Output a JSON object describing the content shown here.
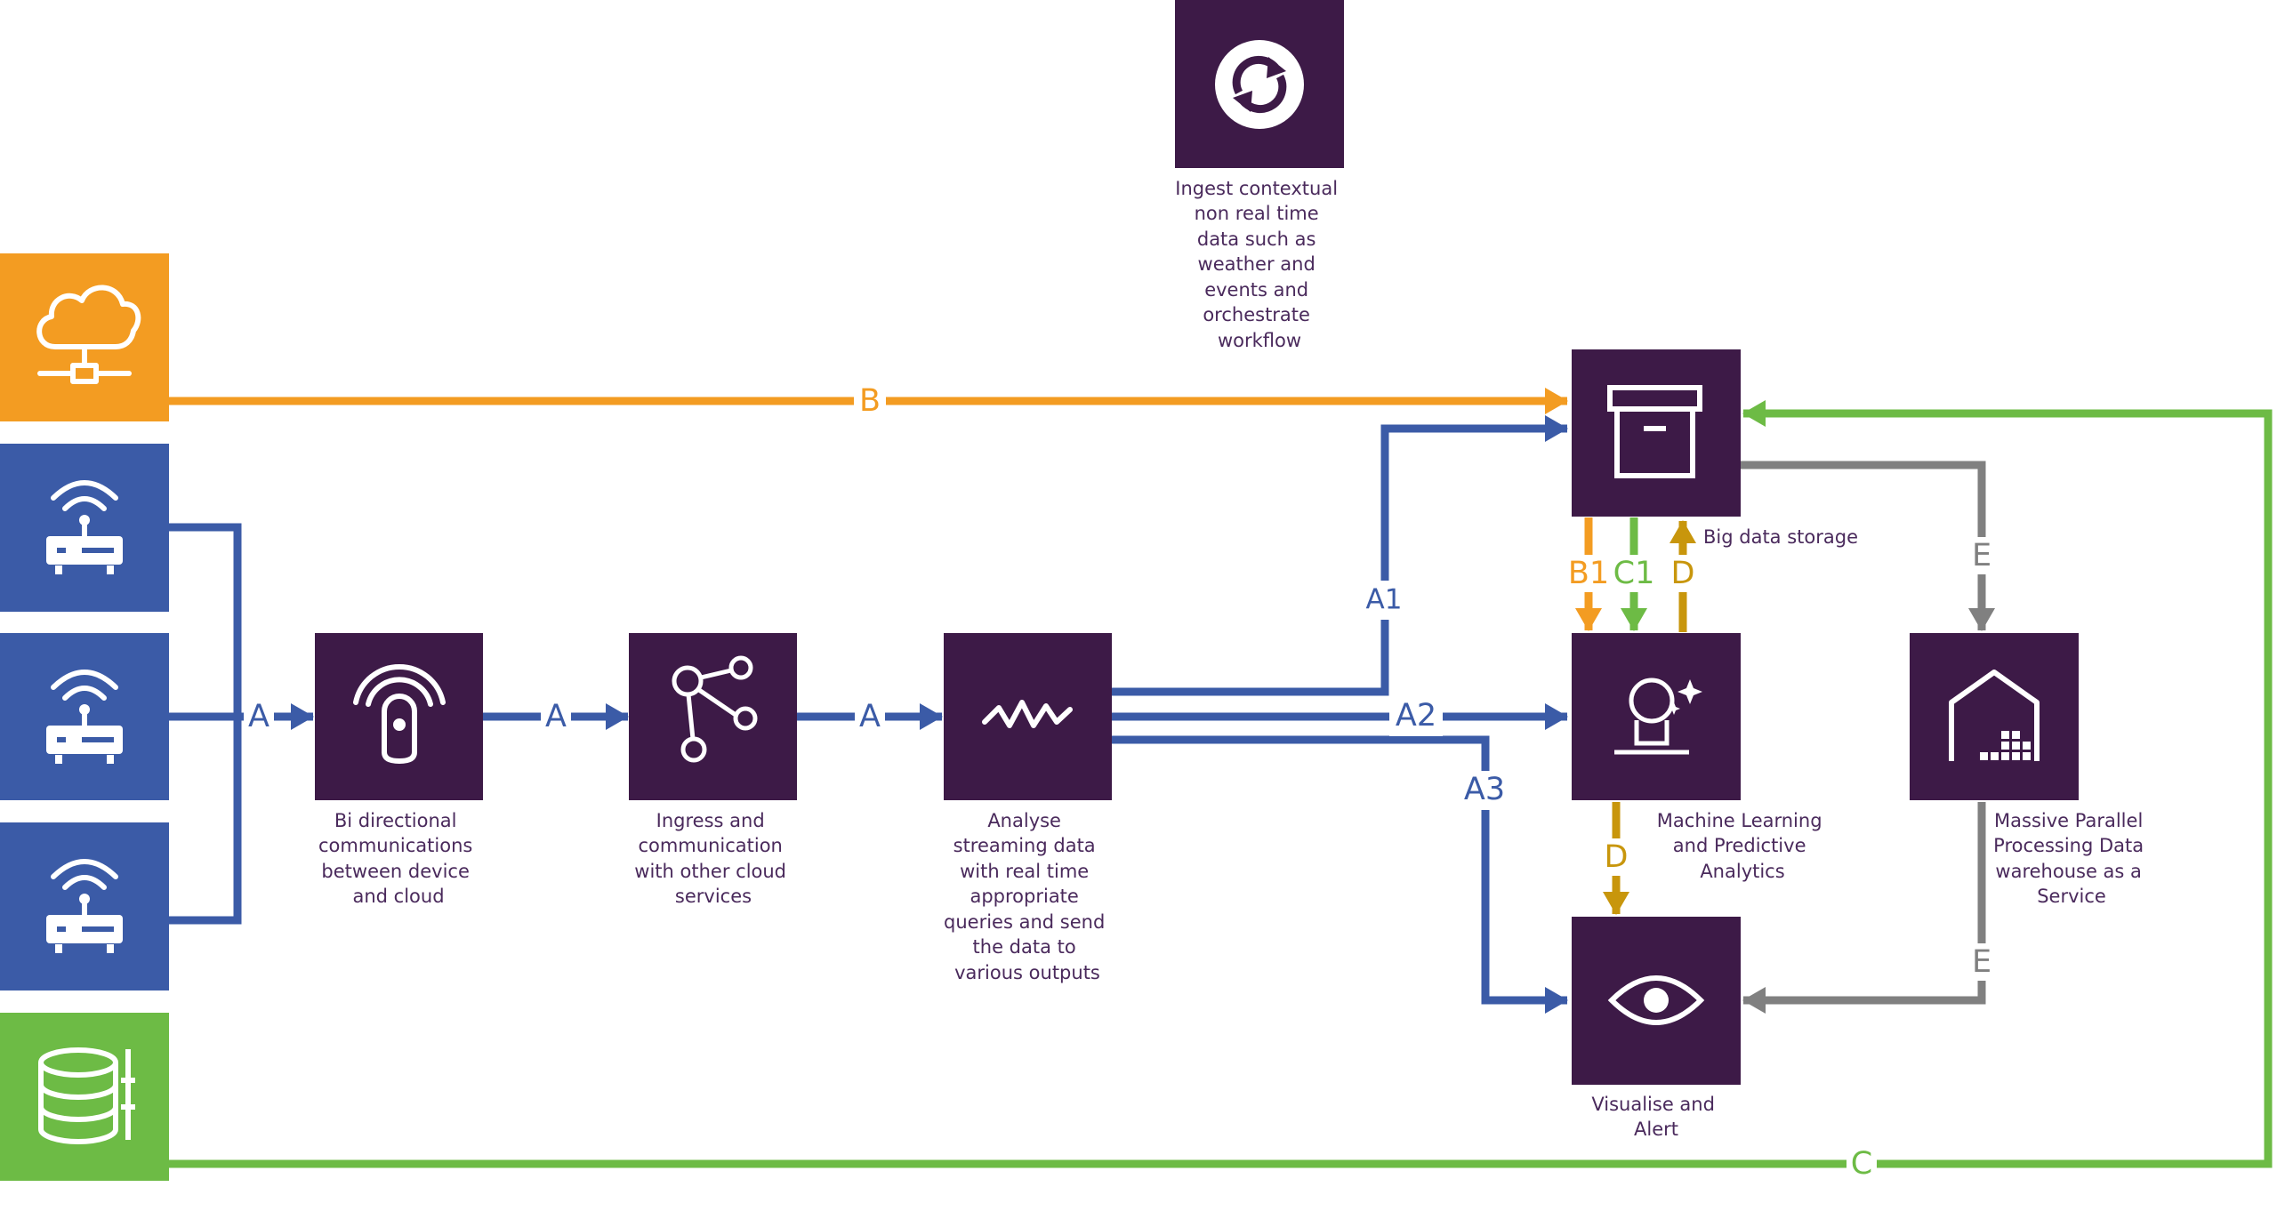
{
  "colors": {
    "node_purple": "#3d1a47",
    "device_blue": "#3b5ba7",
    "cloud_orange": "#f39c22",
    "db_green": "#6dbb45",
    "flow_blue": "#3b5ba7",
    "flow_orange": "#f39c22",
    "flow_green": "#6dbb45",
    "flow_gold": "#c8960c",
    "flow_gray": "#808080",
    "label_text": "#4a2a5c"
  },
  "nodes": {
    "contextual": {
      "icon": "refresh-icon",
      "lines": [
        "Ingest contextual",
        "non real time",
        "data such as",
        "weather and",
        "events and",
        "orchestrate",
        "workflow"
      ]
    },
    "cloud_source": {
      "icon": "cloud-network-icon"
    },
    "device_1": {
      "icon": "wifi-router-icon"
    },
    "device_2": {
      "icon": "wifi-router-icon"
    },
    "device_3": {
      "icon": "wifi-router-icon"
    },
    "database_source": {
      "icon": "database-icon"
    },
    "device_comm": {
      "icon": "fingerprint-icon",
      "lines": [
        "Bi directional",
        "communications",
        "between device",
        "and cloud"
      ]
    },
    "ingress": {
      "icon": "network-nodes-icon",
      "lines": [
        "Ingress and",
        "communication",
        "with other cloud",
        "services"
      ]
    },
    "stream_analytics": {
      "icon": "pulse-icon",
      "lines": [
        "Analyse",
        "streaming data",
        "with real time",
        "appropriate",
        "queries and send",
        "the data to",
        "various outputs"
      ]
    },
    "storage": {
      "icon": "archive-box-icon",
      "lines": [
        "Big data storage"
      ]
    },
    "ml": {
      "icon": "crystal-ball-icon",
      "lines": [
        "Machine Learning",
        "and Predictive",
        "Analytics"
      ]
    },
    "warehouse": {
      "icon": "warehouse-icon",
      "lines": [
        "Massive Parallel",
        "Processing Data",
        "warehouse as a",
        "Service"
      ]
    },
    "visualise": {
      "icon": "eye-icon",
      "lines": [
        "Visualise and",
        "Alert"
      ]
    }
  },
  "edge_labels": {
    "a1": "A",
    "a2": "A",
    "a3": "A",
    "b": "B",
    "b1": "B1",
    "c": "C",
    "c1": "C1",
    "d_up": "D",
    "d_down": "D",
    "e_down": "E",
    "e_left": "E",
    "route_a1": "A1",
    "route_a2": "A2",
    "route_a3": "A3"
  }
}
